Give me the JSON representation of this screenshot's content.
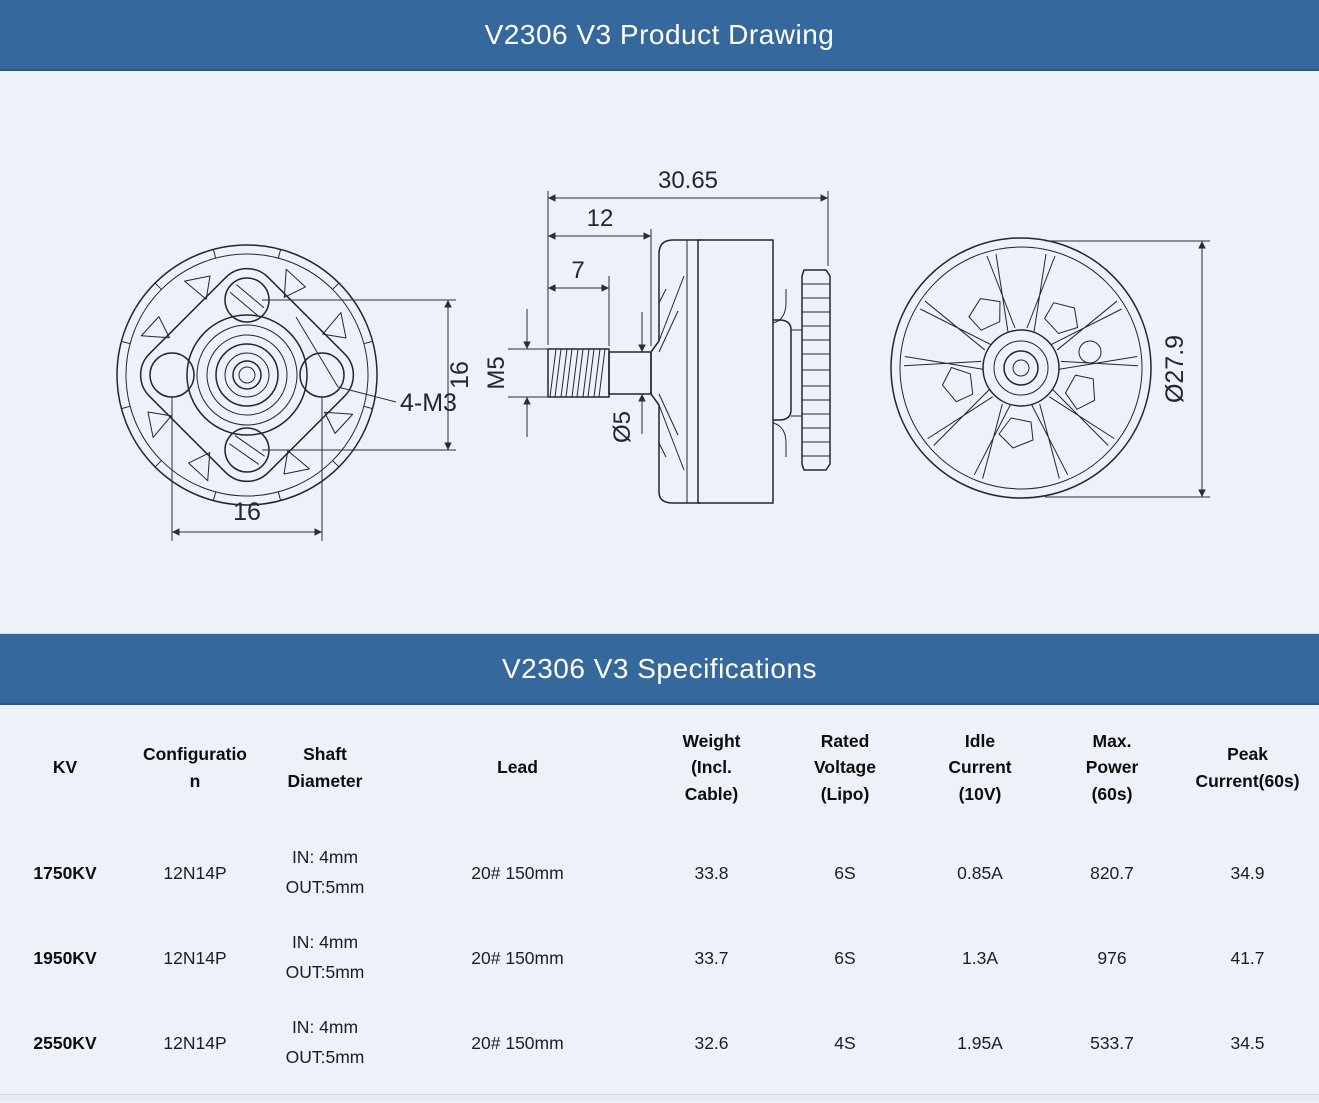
{
  "banners": {
    "drawing_title": "V2306 V3 Product Drawing",
    "specs_title": "V2306 V3 Specifications"
  },
  "colors": {
    "banner_bg": "#35689c",
    "page_bg": "#edf1f8",
    "line": "#23262b"
  },
  "drawing": {
    "front_view": {
      "dim_hole_spacing_vertical": "16",
      "dim_hole_spacing_horizontal": "16",
      "holes_label": "4-M3"
    },
    "side_view": {
      "dim_total_length": "30.65",
      "dim_shaft_length": "12",
      "dim_thread_length": "7",
      "thread_label": "M5",
      "shaft_dia_label": "Ø5"
    },
    "rear_view": {
      "dim_diameter": "Ø27.9"
    }
  },
  "spec_table": {
    "headers": {
      "kv": "KV",
      "configuration": "Configuration",
      "shaft_diameter": "Shaft Diameter",
      "lead": "Lead",
      "weight": "Weight (Incl. Cable)",
      "rated_voltage": "Rated Voltage (Lipo)",
      "idle_current": "Idle Current (10V)",
      "max_power": "Max. Power (60s)",
      "peak_current": "Peak Current(60s)"
    },
    "rows": [
      {
        "kv": "1750KV",
        "configuration": "12N14P",
        "shaft_in": "IN: 4mm",
        "shaft_out": "OUT:5mm",
        "lead": "20# 150mm",
        "weight": "33.8",
        "rated_voltage": "6S",
        "idle_current": "0.85A",
        "max_power": "820.7",
        "peak_current": "34.9"
      },
      {
        "kv": "1950KV",
        "configuration": "12N14P",
        "shaft_in": "IN: 4mm",
        "shaft_out": "OUT:5mm",
        "lead": "20# 150mm",
        "weight": "33.7",
        "rated_voltage": "6S",
        "idle_current": "1.3A",
        "max_power": "976",
        "peak_current": "41.7"
      },
      {
        "kv": "2550KV",
        "configuration": "12N14P",
        "shaft_in": "IN: 4mm",
        "shaft_out": "OUT:5mm",
        "lead": "20# 150mm",
        "weight": "32.6",
        "rated_voltage": "4S",
        "idle_current": "1.95A",
        "max_power": "533.7",
        "peak_current": "34.5"
      }
    ]
  }
}
